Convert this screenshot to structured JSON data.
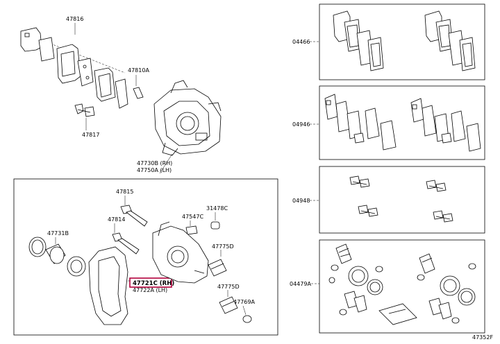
{
  "diagram": {
    "labels": {
      "p47816": "47816",
      "p47810a": "47810A",
      "p47817": "47817",
      "p47730b": "47730B (RH)",
      "p47750a": "47750A (LH)",
      "p47815": "47815",
      "p47814": "47814",
      "p47547c": "47547C",
      "p31478c": "31478C",
      "p47731b": "47731B",
      "p47775d_top": "47775D",
      "p47721c": "47721C (RH)",
      "p47722a": "47722A (LH)",
      "p47775d_bottom": "47775D",
      "p47769a": "47769A",
      "p04466": "04466",
      "p04946": "04946",
      "p04948": "04948",
      "p04479a": "04479A",
      "figure_code": "47352F"
    },
    "highlight_color": "#b3003b",
    "line_color": "#000000"
  }
}
